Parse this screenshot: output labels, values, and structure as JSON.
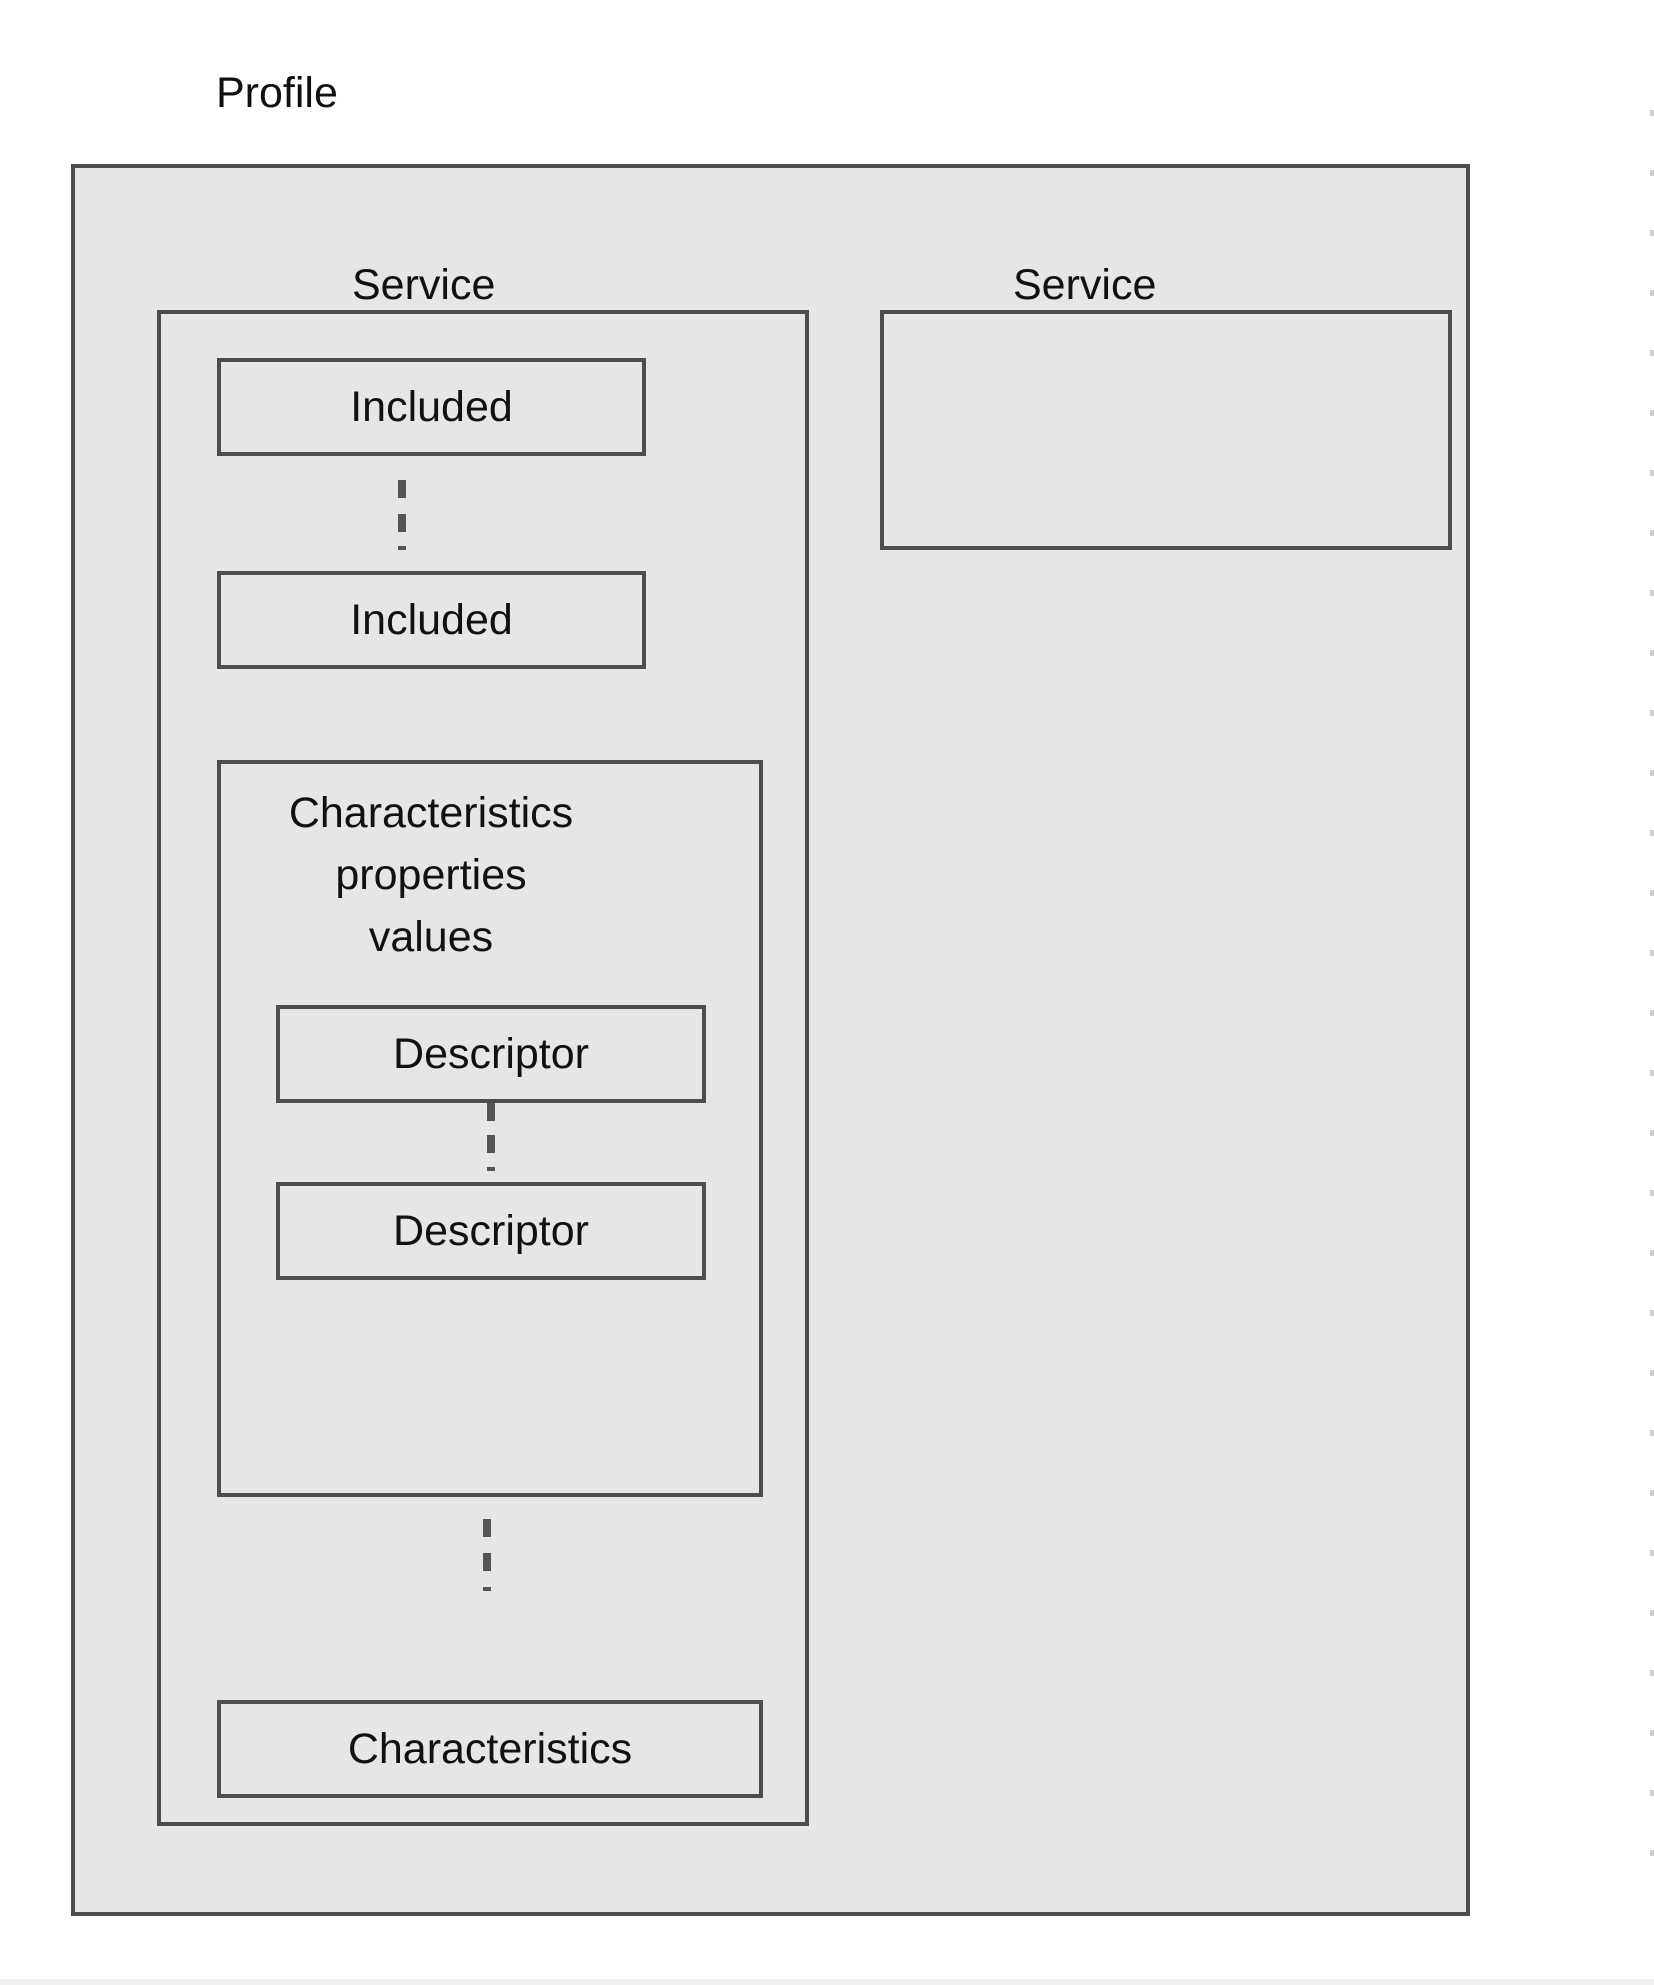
{
  "profile": {
    "title": "Profile"
  },
  "service_main": {
    "title": "Service",
    "included": [
      "Included",
      "Included"
    ],
    "characteristic_group": {
      "lines": [
        "Characteristics",
        "properties",
        "values"
      ],
      "descriptors": [
        "Descriptor",
        "Descriptor"
      ]
    },
    "characteristics_label": "Characteristics"
  },
  "service_secondary": {
    "title": "Service"
  },
  "colors": {
    "border": "#4d4d4d",
    "fill": "#e6e6e6",
    "background": "#ffffff",
    "ellipsis": "#555555"
  }
}
